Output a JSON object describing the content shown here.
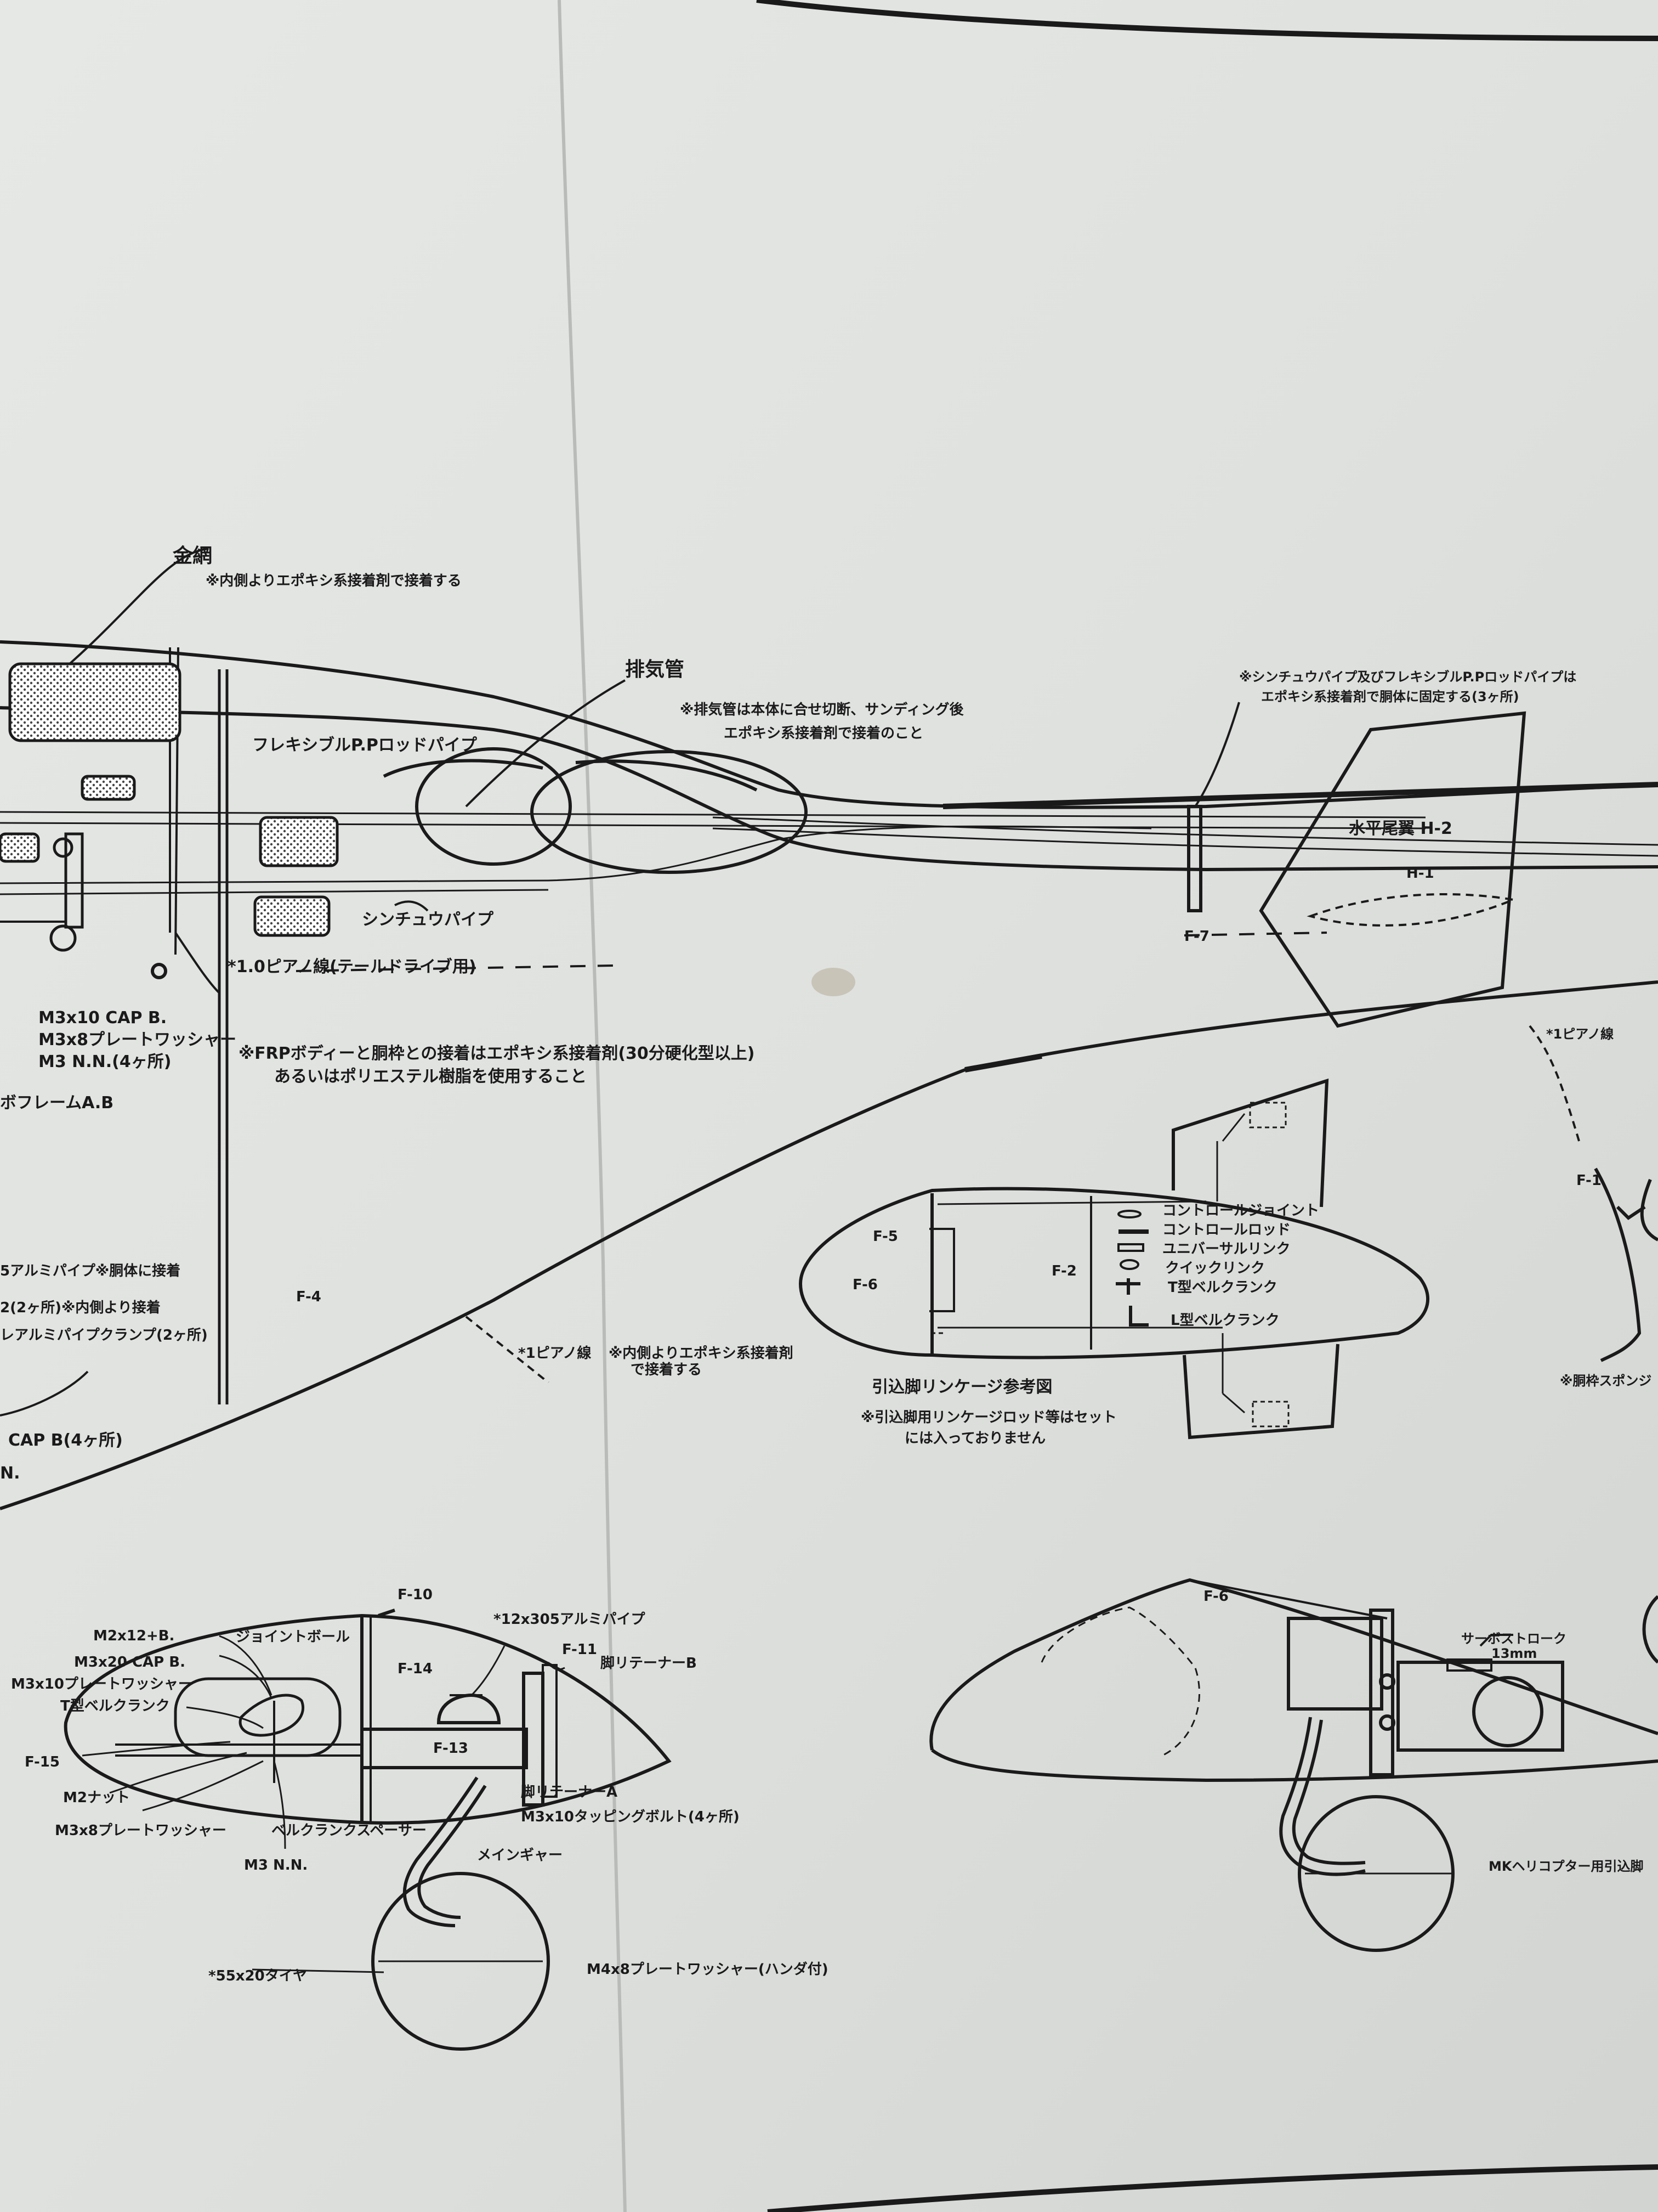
{
  "labels": {
    "kaname": "金網",
    "kaname_note": "※内側よりエポキシ系接着剤で接着する",
    "flexible_rod": "フレキシブルP.Pロッドパイプ",
    "haikikan": "排気管",
    "haikikan_note1": "※排気管は本体に合せ切断、サンディング後",
    "haikikan_note2": "エポキシ系接着剤で接着のこと",
    "shinchu_pipe": "シンチュウパイプ",
    "piano_tail": "*1.0ピアノ線(テールドライブ用)",
    "shinchu_flex_note1": "※シンチュウパイプ及びフレキシブルP.Pロッドパイプは",
    "shinchu_flex_note2": "エポキシ系接着剤で胴体に固定する(3ヶ所)",
    "h_stab": "水平尾翼 H-2",
    "h1": "H-1",
    "f7": "F-7",
    "piano_right": "*1ピアノ線",
    "cap_b": "M3x10 CAP B.",
    "washer": "M3x8プレートワッシャー",
    "mn4": "M3 N.N.(4ヶ所)",
    "frame_ab": "ボフレームA.B",
    "frp_note1": "※FRPボディーと胴枠との接着はエポキシ系接着剤(30分硬化型以上)",
    "frp_note2": "あるいはポリエステル樹脂を使用すること",
    "alumi_pipe": "5アルミパイプ※胴体に接着",
    "alumi_clamp1": "2(2ヶ所)※内側より接着",
    "alumi_clamp2": "レアルミパイプクランプ(2ヶ所)",
    "f4": "F-4",
    "cap_b4": "CAP B(4ヶ所)",
    "n_frag": "N.",
    "piano_mid": "*1ピアノ線",
    "piano_mid_note1": "※内側よりエポキシ系接着剤",
    "piano_mid_note2": "で接着する",
    "f1": "F-1",
    "sponge": "※胴枠スポンジ",
    "f5": "F-5",
    "f6": "F-6",
    "f2": "F-2",
    "control_joint": "コントロールジョイント",
    "control_rod": "コントロールロッド",
    "universal_link": "ユニバーサルリンク",
    "quick_link": "クイックリンク",
    "t_bellcrank": "T型ベルクランク",
    "l_bellcrank": "L型ベルクランク",
    "linkage_title": "引込脚リンケージ参考図",
    "linkage_note1": "※引込脚用リンケージロッド等はセット",
    "linkage_note2": "には入っておりません",
    "f10": "F-10",
    "m2x12": "M2x12+B.",
    "m3x20": "M3x20 CAP B.",
    "m3x10_washer": "M3x10プレートワッシャー",
    "t_bell2": "T型ベルクランク",
    "joint_ball": "ジョイントボール",
    "alumi_12": "*12x305アルミパイプ",
    "f11": "F-11",
    "retainer_b": "脚リテーナーB",
    "f14": "F-14",
    "f15": "F-15",
    "m2_nut": "M2ナット",
    "m3x8_washer": "M3x8プレートワッシャー",
    "bell_spacer": "ベルクランクスペーサー",
    "f13": "F-13",
    "retainer_a": "脚リテーナーA",
    "tapping_bolt": "M3x10タッピングボルト(4ヶ所)",
    "main_gear": "メインギャー",
    "m3_nn": "M3 N.N.",
    "tire": "*55x20タイヤ",
    "m4_washer": "M4x8プレートワッシャー(ハンダ付)",
    "f6_lower": "F-6",
    "servo_stroke": "サーボストローク",
    "servo_mm": "13mm",
    "mk_heli": "MKヘリコプター用引込脚"
  }
}
